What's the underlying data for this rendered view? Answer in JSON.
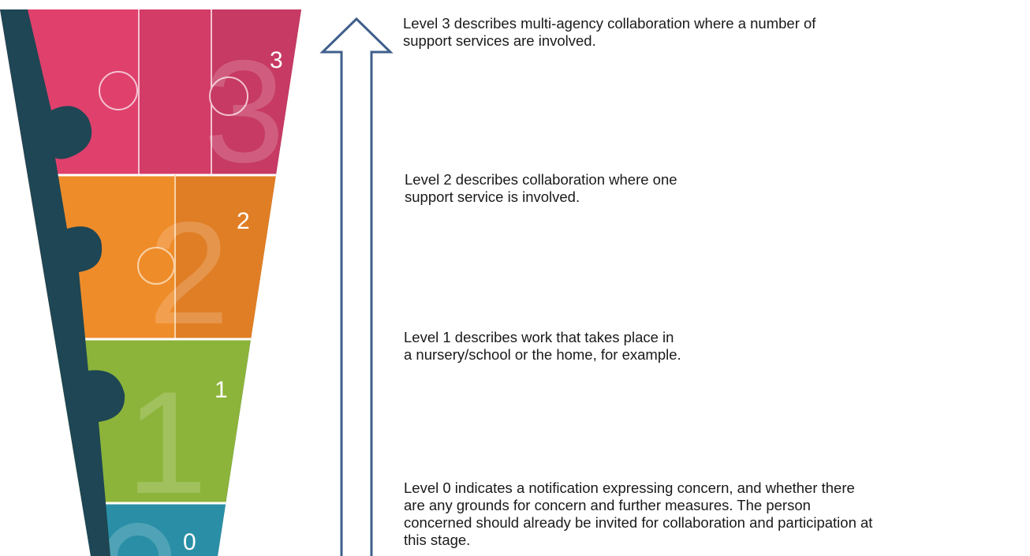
{
  "levels": [
    {
      "number": "3",
      "color": "#e0406c",
      "description": "Level 3 describes multi-agency collaboration where a number of\nsupport services are involved."
    },
    {
      "number": "2",
      "color": "#ef8c2a",
      "description": "Level 2 describes collaboration where one\nsupport service is involved."
    },
    {
      "number": "1",
      "color": "#8cb43a",
      "description": "Level 1 describes work that takes place in\na nursery/school or the home, for example."
    },
    {
      "number": "0",
      "color": "#2a8fa6",
      "description": "Level 0 indicates a notification expressing concern, and whether there\nare any grounds for concern and further measures. The person\nconcerned should already be invited for collaboration and participation at\nthis stage."
    }
  ],
  "colors": {
    "funnel_edge": "#1e4654",
    "arrow_stroke": "#3f5f8c",
    "arrow_fill": "#ffffff"
  },
  "icons": {
    "arrow": "up-arrow-icon"
  }
}
